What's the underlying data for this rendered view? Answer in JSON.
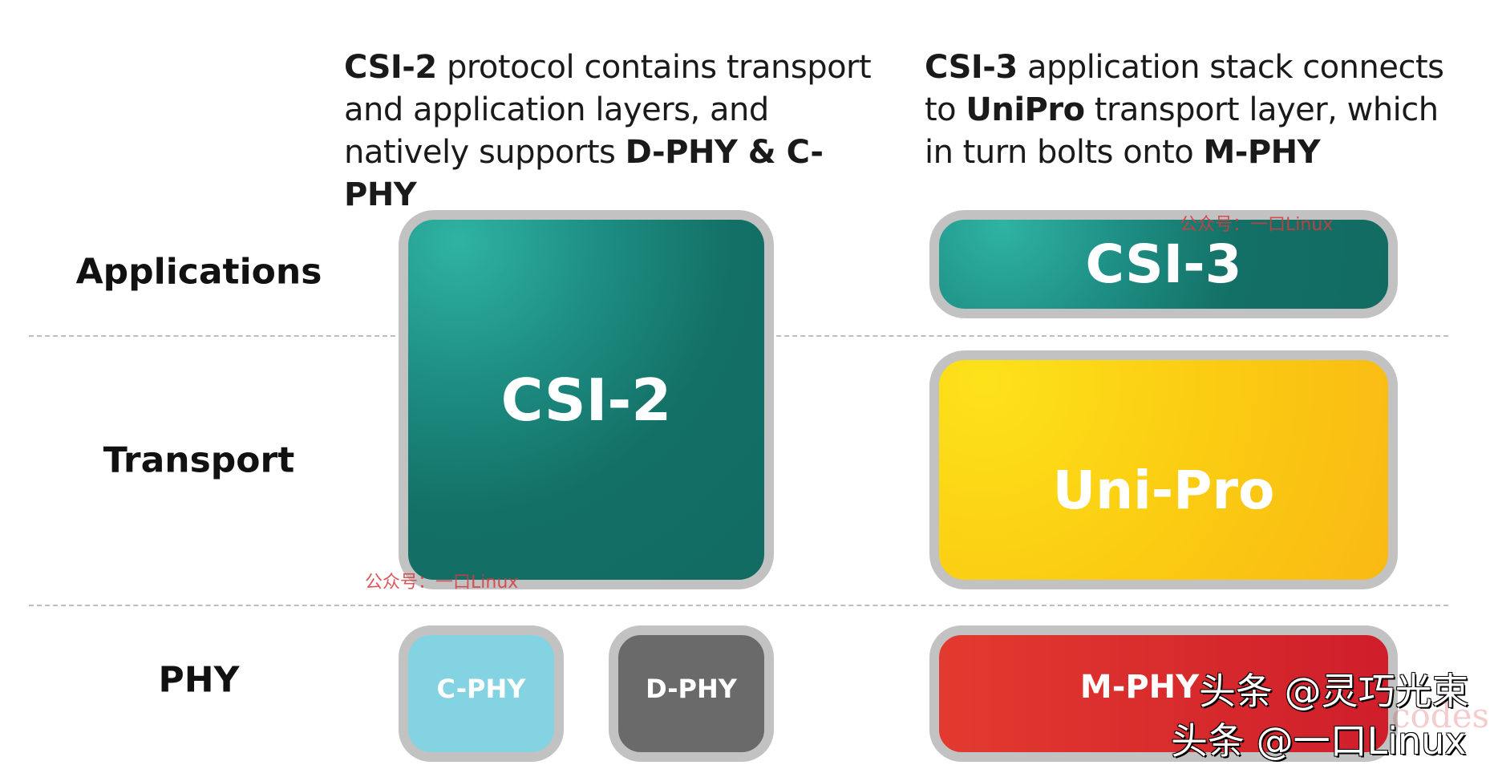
{
  "left_description": {
    "p1": "CSI-2",
    "p2": " protocol contains transport and application layers, and natively supports ",
    "p3": "D-PHY & C-PHY"
  },
  "right_description": {
    "p1": "CSI-3",
    "p2": " application stack connects to ",
    "p3": "UniPro",
    "p4": " transport layer, which in turn bolts onto ",
    "p5": "M-PHY"
  },
  "layers": {
    "applications": "Applications",
    "transport": "Transport",
    "phy": "PHY"
  },
  "blocks": {
    "csi2": "CSI-2",
    "csi3": "CSI-3",
    "unipro": "Uni-Pro",
    "cphy": "C-PHY",
    "dphy": "D-PHY",
    "mphy": "M-PHY"
  },
  "watermarks": {
    "wechat": "公众号：一口Linux",
    "toutiao1": "头条 @灵巧光束",
    "toutiao2": "头条 @一口Linux",
    "codes": "codes"
  },
  "colors": {
    "teal": "#137066",
    "yellow": "#fbcc12",
    "red": "#d62a2c",
    "cyan": "#84d3e3",
    "gray": "#6a6a6a",
    "border": "#c2c2c2"
  }
}
